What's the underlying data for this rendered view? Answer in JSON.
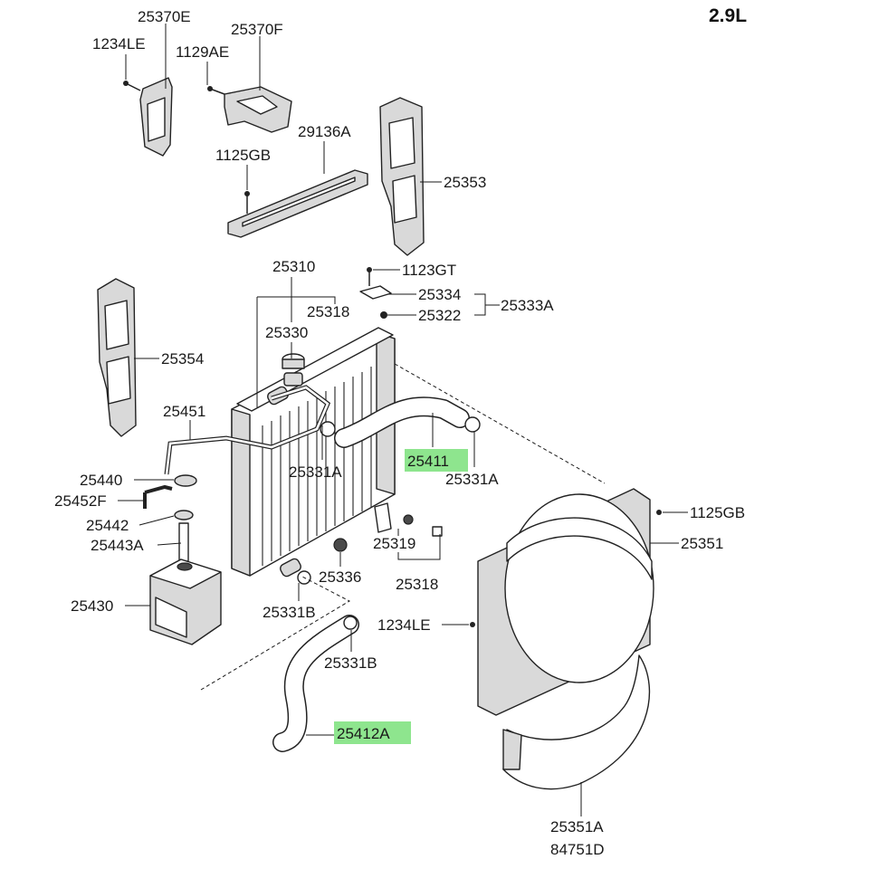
{
  "variant_label": "2.9L",
  "highlight_color": "#8ee58e",
  "labels": {
    "p25370E": "25370E",
    "p1234LE_top": "1234LE",
    "p25370F": "25370F",
    "p1129AE": "1129AE",
    "p29136A": "29136A",
    "p1125GB_top": "1125GB",
    "p25353": "25353",
    "p1123GT": "1123GT",
    "p25310": "25310",
    "p25318_top": "25318",
    "p25334": "25334",
    "p25322": "25322",
    "p25333A": "25333A",
    "p25330": "25330",
    "p25354": "25354",
    "p25451": "25451",
    "p25331A_left": "25331A",
    "p25411": "25411",
    "p25331A_right": "25331A",
    "p25440": "25440",
    "p25452F": "25452F",
    "p25442": "25442",
    "p25443A": "25443A",
    "p1125GB_right": "1125GB",
    "p25351": "25351",
    "p25319": "25319",
    "p25318_bottom": "25318",
    "p25336": "25336",
    "p25430": "25430",
    "p25331B_left": "25331B",
    "p1234LE_bottom": "1234LE",
    "p25331B_bottom": "25331B",
    "p25412A": "25412A",
    "p25351A": "25351A",
    "p84751D": "84751D"
  }
}
